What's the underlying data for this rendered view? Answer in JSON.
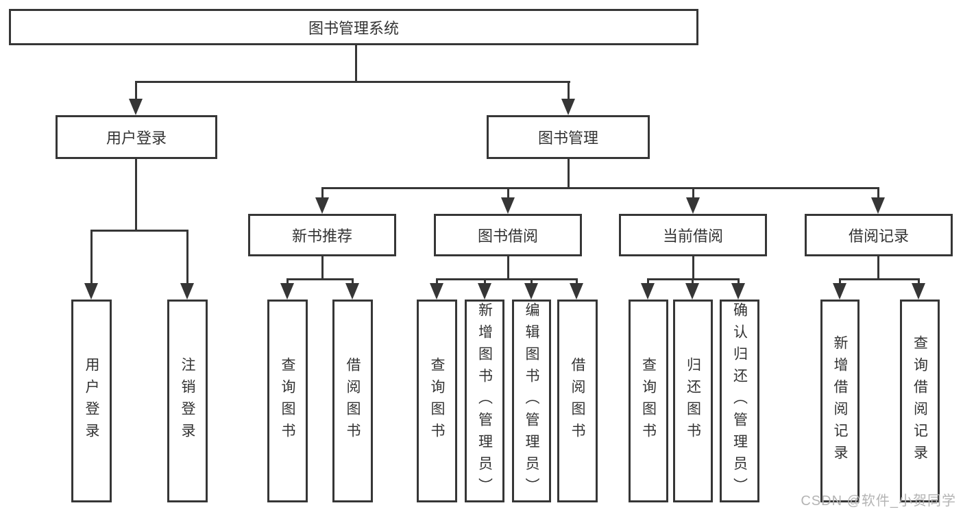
{
  "diagram": {
    "type": "tree",
    "root": {
      "label": "图书管理系统"
    },
    "level2": [
      {
        "id": "user-login",
        "label": "用户登录",
        "parent": "图书管理系统"
      },
      {
        "id": "book-management",
        "label": "图书管理",
        "parent": "图书管理系统"
      }
    ],
    "level3": [
      {
        "id": "new-book-recommend",
        "label": "新书推荐",
        "parent": "图书管理"
      },
      {
        "id": "book-borrow",
        "label": "图书借阅",
        "parent": "图书管理"
      },
      {
        "id": "current-borrow",
        "label": "当前借阅",
        "parent": "图书管理"
      },
      {
        "id": "borrow-records",
        "label": "借阅记录",
        "parent": "图书管理"
      }
    ],
    "leaves": [
      {
        "label": "用户登录",
        "parent": "用户登录"
      },
      {
        "label": "注销登录",
        "parent": "用户登录"
      },
      {
        "label": "查询图书",
        "parent": "新书推荐"
      },
      {
        "label": "借阅图书",
        "parent": "新书推荐"
      },
      {
        "label": "查询图书",
        "parent": "图书借阅"
      },
      {
        "label": "新增图书（管理员）",
        "parent": "图书借阅"
      },
      {
        "label": "编辑图书（管理员）",
        "parent": "图书借阅"
      },
      {
        "label": "借阅图书",
        "parent": "图书借阅"
      },
      {
        "label": "查询图书",
        "parent": "当前借阅"
      },
      {
        "label": "归还图书",
        "parent": "当前借阅"
      },
      {
        "label": "确认归还（管理员）",
        "parent": "当前借阅"
      },
      {
        "label": "新增借阅记录",
        "parent": "借阅记录"
      },
      {
        "label": "查询借阅记录",
        "parent": "借阅记录"
      }
    ],
    "watermark": "CSDN @软件_小贺同学",
    "colors": {
      "line": "#363636",
      "text": "#333333",
      "background": "#ffffff",
      "watermark": "#b4b4b4"
    }
  }
}
